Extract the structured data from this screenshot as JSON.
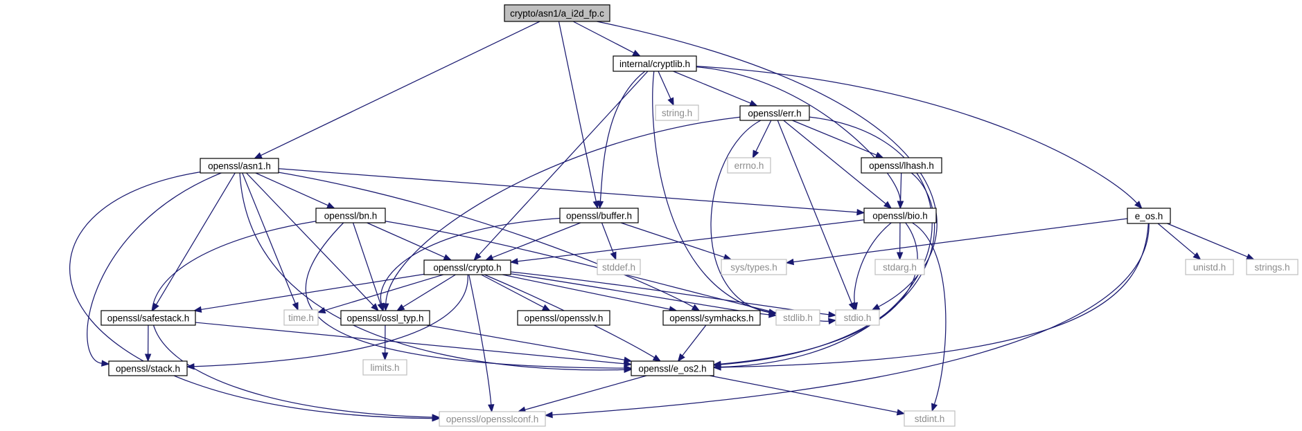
{
  "graph": {
    "edge_color": "#191970",
    "root_fill": "#bfbfbf",
    "nodes": [
      {
        "id": "a_i2d_fp",
        "label": "crypto/asn1/a_i2d_fp.c",
        "style": "root"
      },
      {
        "id": "cryptlib",
        "label": "internal/cryptlib.h",
        "style": "bold"
      },
      {
        "id": "string",
        "label": "string.h",
        "style": "light"
      },
      {
        "id": "err",
        "label": "openssl/err.h",
        "style": "bold"
      },
      {
        "id": "asn1",
        "label": "openssl/asn1.h",
        "style": "bold"
      },
      {
        "id": "errno",
        "label": "errno.h",
        "style": "light"
      },
      {
        "id": "lhash",
        "label": "openssl/lhash.h",
        "style": "bold"
      },
      {
        "id": "bn",
        "label": "openssl/bn.h",
        "style": "bold"
      },
      {
        "id": "buffer",
        "label": "openssl/buffer.h",
        "style": "bold"
      },
      {
        "id": "bio",
        "label": "openssl/bio.h",
        "style": "bold"
      },
      {
        "id": "e_os",
        "label": "e_os.h",
        "style": "bold"
      },
      {
        "id": "crypto",
        "label": "openssl/crypto.h",
        "style": "bold"
      },
      {
        "id": "stddef",
        "label": "stddef.h",
        "style": "light"
      },
      {
        "id": "systypes",
        "label": "sys/types.h",
        "style": "light"
      },
      {
        "id": "stdarg",
        "label": "stdarg.h",
        "style": "light"
      },
      {
        "id": "unistd",
        "label": "unistd.h",
        "style": "light"
      },
      {
        "id": "strings",
        "label": "strings.h",
        "style": "light"
      },
      {
        "id": "safestack",
        "label": "openssl/safestack.h",
        "style": "bold"
      },
      {
        "id": "time",
        "label": "time.h",
        "style": "light"
      },
      {
        "id": "ossl_typ",
        "label": "openssl/ossl_typ.h",
        "style": "bold"
      },
      {
        "id": "opensslv",
        "label": "openssl/opensslv.h",
        "style": "bold"
      },
      {
        "id": "symhacks",
        "label": "openssl/symhacks.h",
        "style": "bold"
      },
      {
        "id": "stdlib",
        "label": "stdlib.h",
        "style": "light"
      },
      {
        "id": "stdio",
        "label": "stdio.h",
        "style": "light"
      },
      {
        "id": "stack",
        "label": "openssl/stack.h",
        "style": "bold"
      },
      {
        "id": "limits",
        "label": "limits.h",
        "style": "light"
      },
      {
        "id": "e_os2",
        "label": "openssl/e_os2.h",
        "style": "bold"
      },
      {
        "id": "opensslconf",
        "label": "openssl/opensslconf.h",
        "style": "light"
      },
      {
        "id": "stdint",
        "label": "stdint.h",
        "style": "light"
      }
    ],
    "edges": [
      {
        "from": "a_i2d_fp",
        "to": "cryptlib"
      },
      {
        "from": "a_i2d_fp",
        "to": "asn1"
      },
      {
        "from": "a_i2d_fp",
        "to": "buffer"
      },
      {
        "from": "a_i2d_fp",
        "to": "stdio"
      },
      {
        "from": "cryptlib",
        "to": "string"
      },
      {
        "from": "cryptlib",
        "to": "err"
      },
      {
        "from": "cryptlib",
        "to": "bio"
      },
      {
        "from": "cryptlib",
        "to": "e_os"
      },
      {
        "from": "cryptlib",
        "to": "buffer"
      },
      {
        "from": "cryptlib",
        "to": "crypto"
      },
      {
        "from": "cryptlib",
        "to": "stdlib"
      },
      {
        "from": "err",
        "to": "errno"
      },
      {
        "from": "err",
        "to": "lhash"
      },
      {
        "from": "err",
        "to": "bio"
      },
      {
        "from": "err",
        "to": "ossl_typ"
      },
      {
        "from": "err",
        "to": "stdlib"
      },
      {
        "from": "err",
        "to": "stdio"
      },
      {
        "from": "err",
        "to": "e_os2"
      },
      {
        "from": "asn1",
        "to": "bio"
      },
      {
        "from": "asn1",
        "to": "bn"
      },
      {
        "from": "asn1",
        "to": "symhacks"
      },
      {
        "from": "asn1",
        "to": "safestack"
      },
      {
        "from": "asn1",
        "to": "stack"
      },
      {
        "from": "asn1",
        "to": "time"
      },
      {
        "from": "asn1",
        "to": "ossl_typ"
      },
      {
        "from": "asn1",
        "to": "e_os2"
      },
      {
        "from": "asn1",
        "to": "opensslconf"
      },
      {
        "from": "lhash",
        "to": "bio"
      },
      {
        "from": "lhash",
        "to": "e_os2"
      },
      {
        "from": "bn",
        "to": "crypto"
      },
      {
        "from": "bn",
        "to": "ossl_typ"
      },
      {
        "from": "bn",
        "to": "stdio"
      },
      {
        "from": "bn",
        "to": "e_os2"
      },
      {
        "from": "bn",
        "to": "opensslconf"
      },
      {
        "from": "buffer",
        "to": "crypto"
      },
      {
        "from": "buffer",
        "to": "stddef"
      },
      {
        "from": "buffer",
        "to": "systypes"
      },
      {
        "from": "buffer",
        "to": "ossl_typ"
      },
      {
        "from": "bio",
        "to": "crypto"
      },
      {
        "from": "bio",
        "to": "stdarg"
      },
      {
        "from": "bio",
        "to": "stdio"
      },
      {
        "from": "bio",
        "to": "e_os2"
      },
      {
        "from": "bio",
        "to": "stdint"
      },
      {
        "from": "e_os",
        "to": "systypes"
      },
      {
        "from": "e_os",
        "to": "unistd"
      },
      {
        "from": "e_os",
        "to": "strings"
      },
      {
        "from": "e_os",
        "to": "e_os2"
      },
      {
        "from": "e_os",
        "to": "opensslconf"
      },
      {
        "from": "crypto",
        "to": "safestack"
      },
      {
        "from": "crypto",
        "to": "time"
      },
      {
        "from": "crypto",
        "to": "ossl_typ"
      },
      {
        "from": "crypto",
        "to": "opensslv"
      },
      {
        "from": "crypto",
        "to": "symhacks"
      },
      {
        "from": "crypto",
        "to": "stdlib"
      },
      {
        "from": "crypto",
        "to": "stdio"
      },
      {
        "from": "crypto",
        "to": "stack"
      },
      {
        "from": "crypto",
        "to": "e_os2"
      },
      {
        "from": "crypto",
        "to": "opensslconf"
      },
      {
        "from": "safestack",
        "to": "stack"
      },
      {
        "from": "safestack",
        "to": "e_os2"
      },
      {
        "from": "ossl_typ",
        "to": "limits"
      },
      {
        "from": "ossl_typ",
        "to": "e_os2"
      },
      {
        "from": "symhacks",
        "to": "e_os2"
      },
      {
        "from": "e_os2",
        "to": "opensslconf"
      },
      {
        "from": "e_os2",
        "to": "stdint"
      }
    ]
  }
}
